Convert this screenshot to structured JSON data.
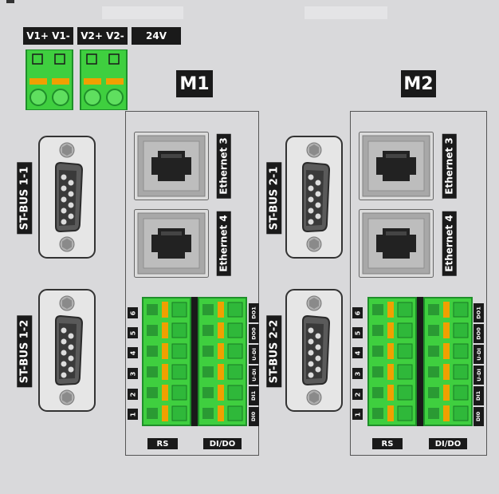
{
  "power": {
    "v1_label": "V1+ V1-",
    "v2_label": "V2+ V2-",
    "voltage_label": "24V"
  },
  "stbus": {
    "p11": "ST-BUS 1-1",
    "p12": "ST-BUS 1-2",
    "p21": "ST-BUS 2-1",
    "p22": "ST-BUS 2-2"
  },
  "modules": [
    {
      "title": "M1",
      "eth3": "Ethernet 3",
      "eth4": "Ethernet 4",
      "pins": [
        "6",
        "5",
        "4",
        "3",
        "2",
        "1"
      ],
      "dio": [
        "DO1",
        "DO0",
        "U-DI",
        "U-DI",
        "DI1",
        "DI0"
      ],
      "rs_label": "RS",
      "dido_label": "DI/DO"
    },
    {
      "title": "M2",
      "eth3": "Ethernet 3",
      "eth4": "Ethernet 4",
      "pins": [
        "6",
        "5",
        "4",
        "3",
        "2",
        "1"
      ],
      "dio": [
        "DO1",
        "DO0",
        "U-DI",
        "U-DI",
        "DI1",
        "DI0"
      ],
      "rs_label": "RS",
      "dido_label": "DI/DO"
    }
  ],
  "colors": {
    "panel": "#d9d9db",
    "terminal_green": "#3fcf3f",
    "terminal_dark": "#1f8f2a",
    "spring_orange": "#f0a000",
    "label_bg": "#1a1a1a"
  }
}
